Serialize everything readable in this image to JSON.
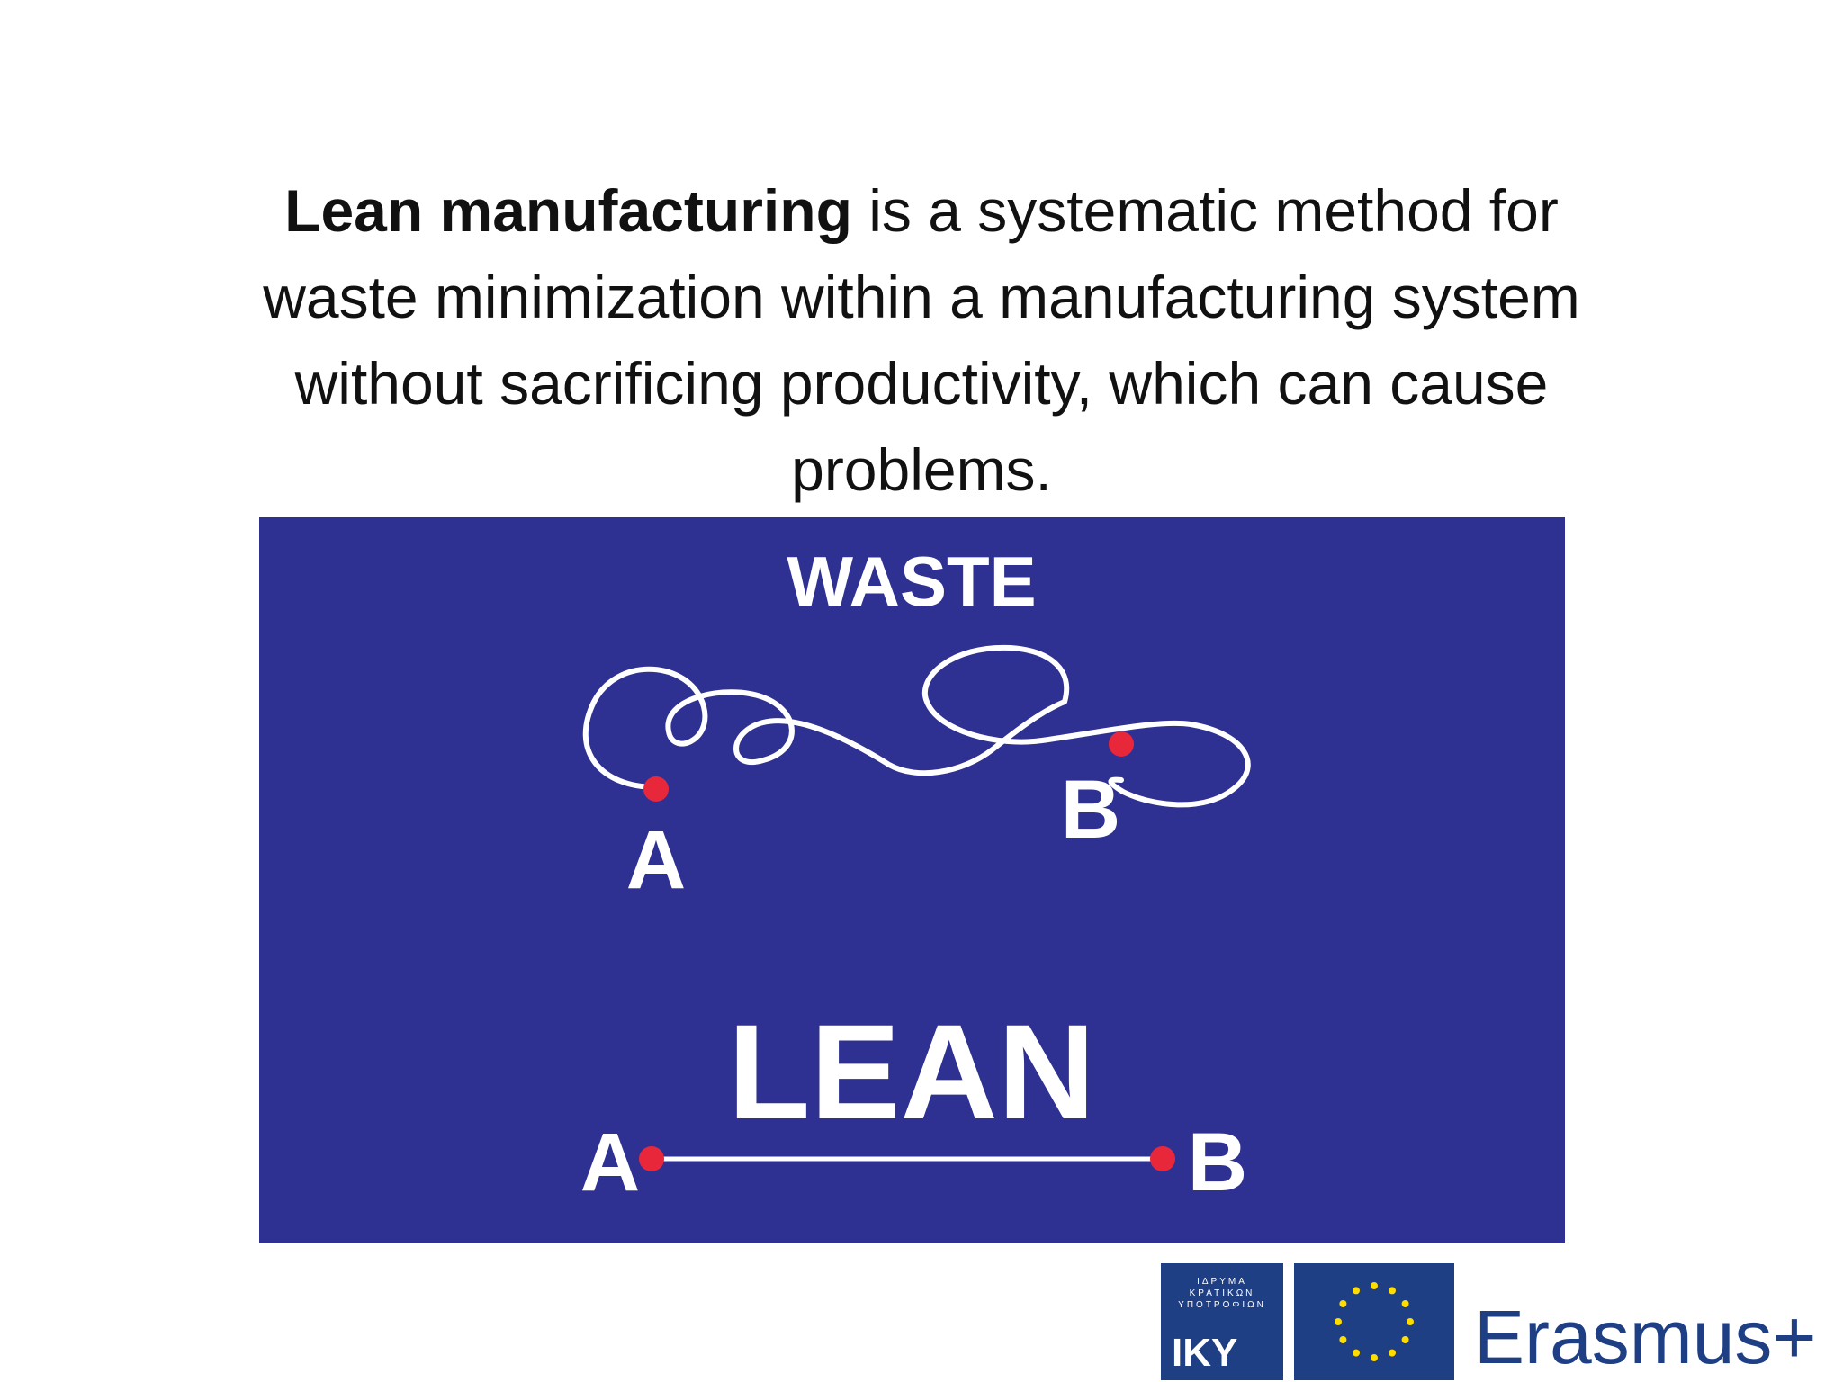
{
  "definition": {
    "lead": "Lean manufacturing",
    "line1_rest": " is a systematic method for",
    "line2": "waste minimization within a manufacturing system",
    "line3": "without sacrificing productivity, which can cause",
    "line4": "problems."
  },
  "figure": {
    "background_color": "#2f3192",
    "point_color": "#e8283a",
    "waste_label": "WASTE",
    "lean_label": "LEAN",
    "waste_start_label": "A",
    "waste_end_label": "B",
    "lean_start_label": "A",
    "lean_end_label": "B"
  },
  "logos": {
    "iky_small_lines": "ΙΔΡΥΜΑ\nΚΡΑΤΙΚΩΝ\nΥΠΟΤΡΟΦΙΩΝ",
    "iky_text": "IKY",
    "erasmus_text": "Erasmus+",
    "brand_color": "#1f3f85",
    "eu_star_color": "#ffdd00"
  }
}
